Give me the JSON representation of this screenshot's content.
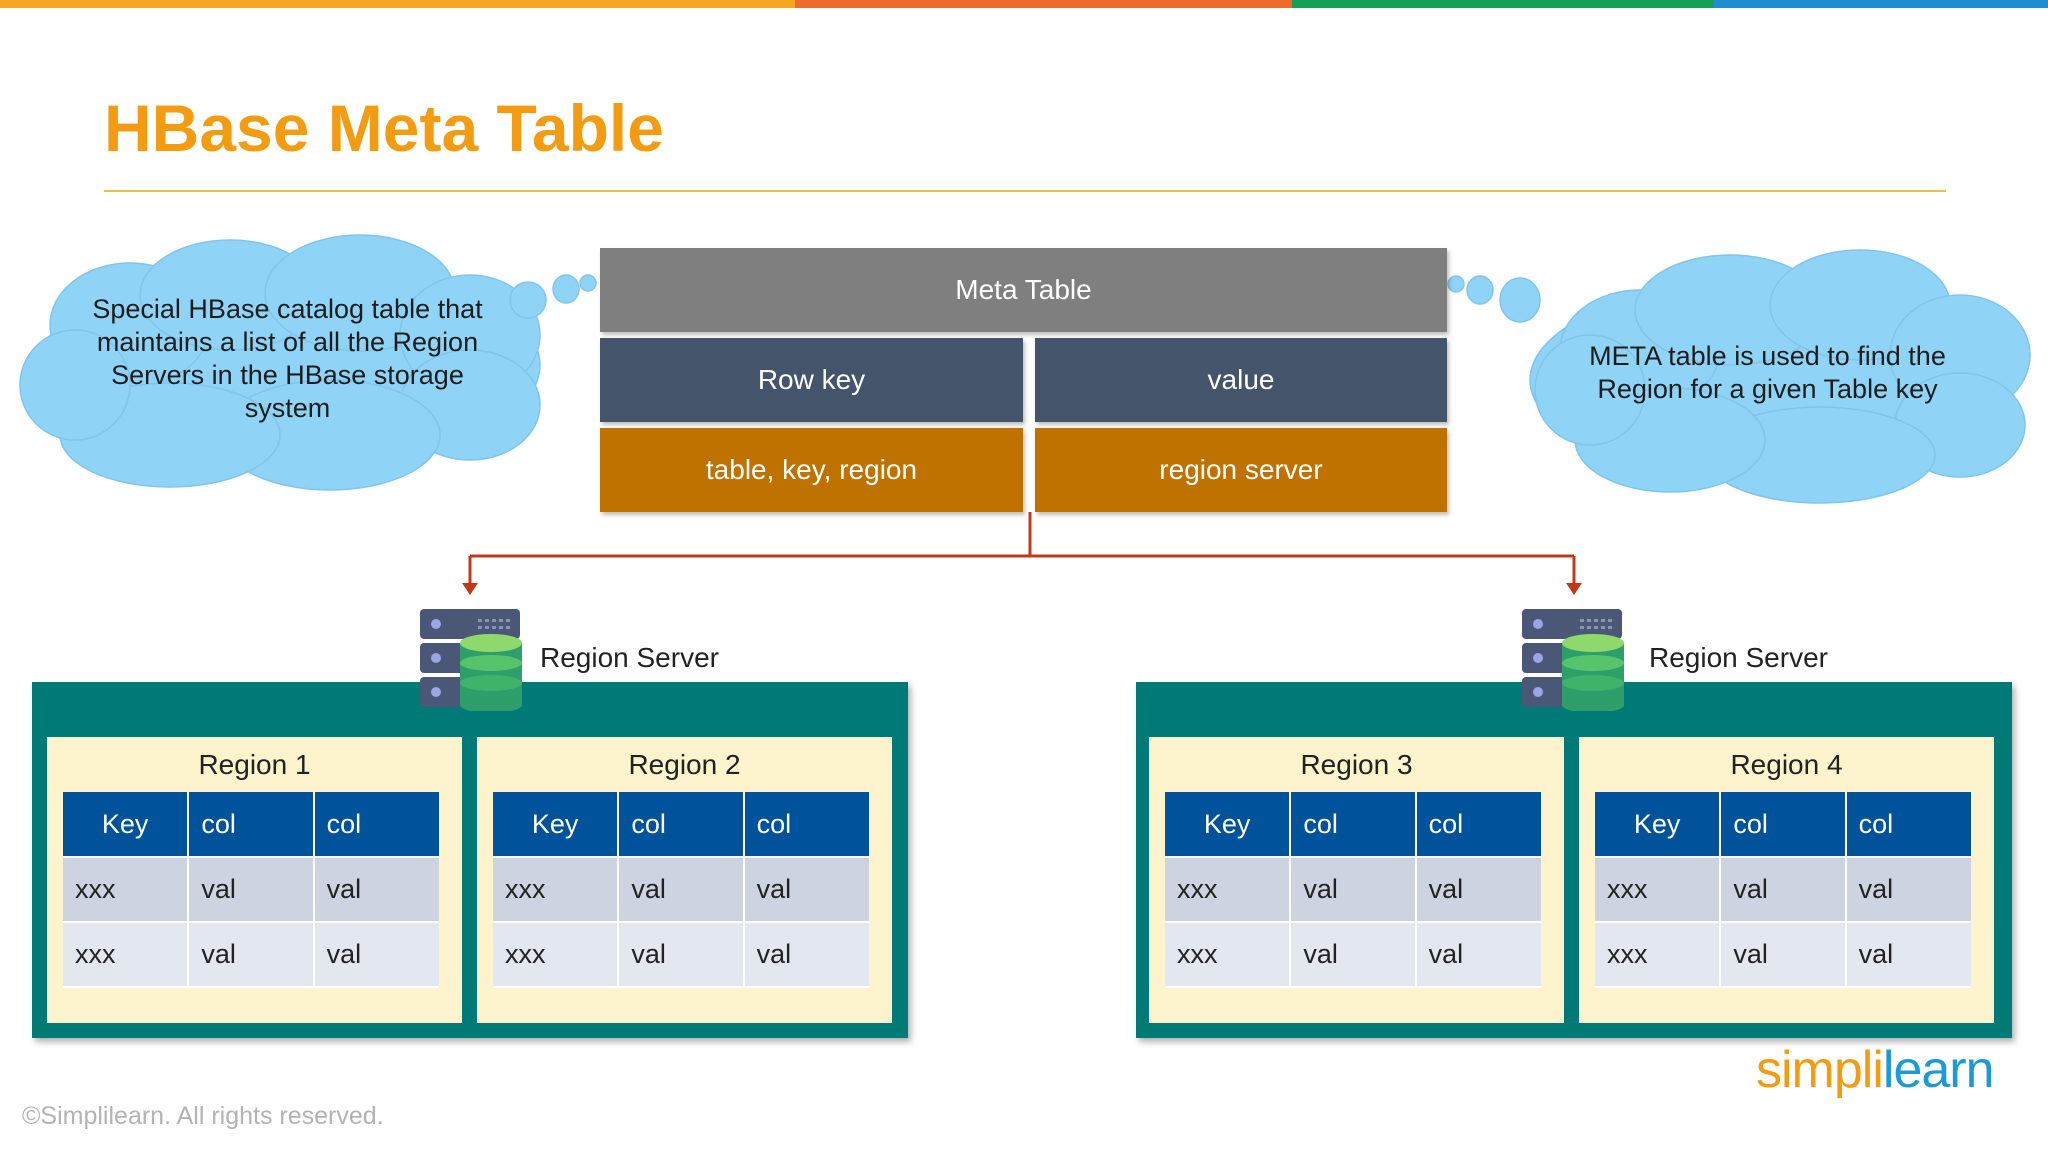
{
  "colors": {
    "title": "#f39c12",
    "meta_header": "#7f7f7f",
    "meta_key_row": "#44546a",
    "meta_value_row": "#bf7200",
    "arrow": "#c0391b",
    "cloud": "#8fd3f7",
    "server_box": "#007a77",
    "region_panel": "#fdf3cc",
    "table_header": "#00529b",
    "table_row_1": "#cdd3e0",
    "table_row_2": "#e3e7f0",
    "logo_orange": "#f39c12",
    "logo_blue": "#1a9bd7"
  },
  "slide": {
    "title": "HBase Meta Table"
  },
  "clouds": {
    "left": "Special HBase catalog table that maintains a list of all the Region Servers in the HBase storage system",
    "right": "META table is used to find the Region for a given Table key"
  },
  "meta_table": {
    "header": "Meta Table",
    "row_key": "Row key",
    "value": "value",
    "key_data": "table, key, region",
    "value_data": "region server"
  },
  "servers": [
    {
      "label": "Region Server",
      "regions": [
        {
          "name": "Region 1",
          "headers": [
            "Key",
            "col",
            "col"
          ],
          "rows": [
            [
              "xxx",
              "val",
              "val"
            ],
            [
              "xxx",
              "val",
              "val"
            ]
          ]
        },
        {
          "name": "Region 2",
          "headers": [
            "Key",
            "col",
            "col"
          ],
          "rows": [
            [
              "xxx",
              "val",
              "val"
            ],
            [
              "xxx",
              "val",
              "val"
            ]
          ]
        }
      ]
    },
    {
      "label": "Region Server",
      "regions": [
        {
          "name": "Region 3",
          "headers": [
            "Key",
            "col",
            "col"
          ],
          "rows": [
            [
              "xxx",
              "val",
              "val"
            ],
            [
              "xxx",
              "val",
              "val"
            ]
          ]
        },
        {
          "name": "Region 4",
          "headers": [
            "Key",
            "col",
            "col"
          ],
          "rows": [
            [
              "xxx",
              "val",
              "val"
            ],
            [
              "xxx",
              "val",
              "val"
            ]
          ]
        }
      ]
    }
  ],
  "footer": {
    "copyright": "©Simplilearn. All rights reserved.",
    "logo_part1": "simpl",
    "logo_part2": "learn",
    "logo_mark": "i"
  }
}
